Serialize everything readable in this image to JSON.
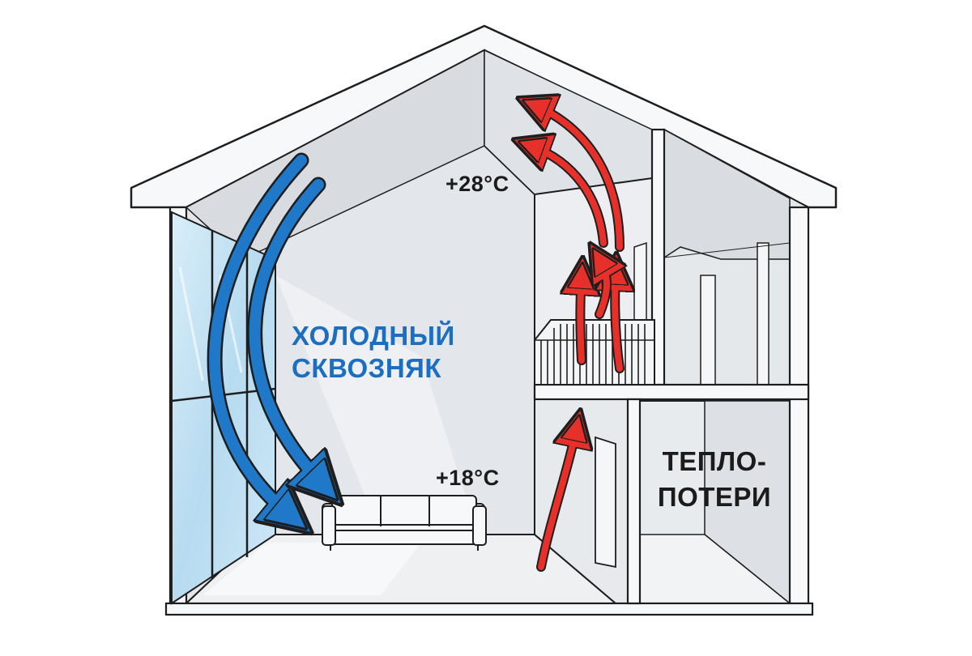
{
  "labels": {
    "temp_top": "+28°C",
    "temp_bottom": "+18°C",
    "cold_line1": "ХОЛОДНЫЙ",
    "cold_line2": "СКВОЗНЯК",
    "loss_line1": "ТЕПЛО-",
    "loss_line2": "ПОТЕРИ"
  },
  "colors": {
    "cold_arrow": "#1f78c8",
    "warm_arrow": "#e8302a",
    "outline": "#1e1e1e",
    "wall": "#e6e9ec",
    "glass": "#bfe0f3"
  },
  "icons": {
    "sofa": "sofa-icon",
    "window": "window-icon",
    "railing": "railing-icon"
  }
}
